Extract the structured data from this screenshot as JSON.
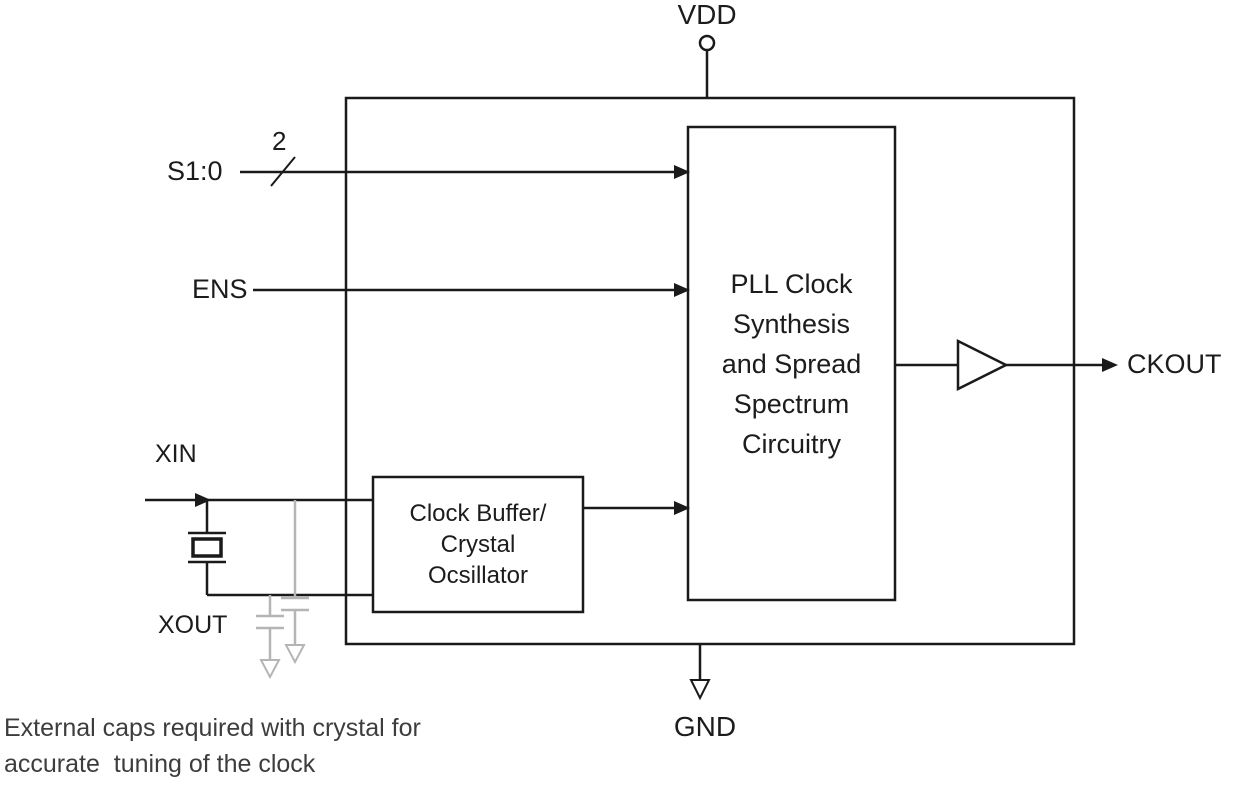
{
  "diagram": {
    "pins": {
      "vdd": "VDD",
      "gnd": "GND",
      "s1_0": "S1:0",
      "ens": "ENS",
      "xin": "XIN",
      "xout": "XOUT",
      "ckout": "CKOUT"
    },
    "bus_width": "2",
    "blocks": {
      "pll": "PLL Clock\nSynthesis\nand Spread\nSpectrum\nCircuitry",
      "clock_buffer": "Clock Buffer/\nCrystal\nOcsillator"
    },
    "note": {
      "line1": "External caps required with crystal for",
      "line2": "accurate  tuning of the clock"
    },
    "colors": {
      "line": "#1a1a1a",
      "external_caps": "#b5b5b5",
      "background": "#ffffff"
    }
  }
}
